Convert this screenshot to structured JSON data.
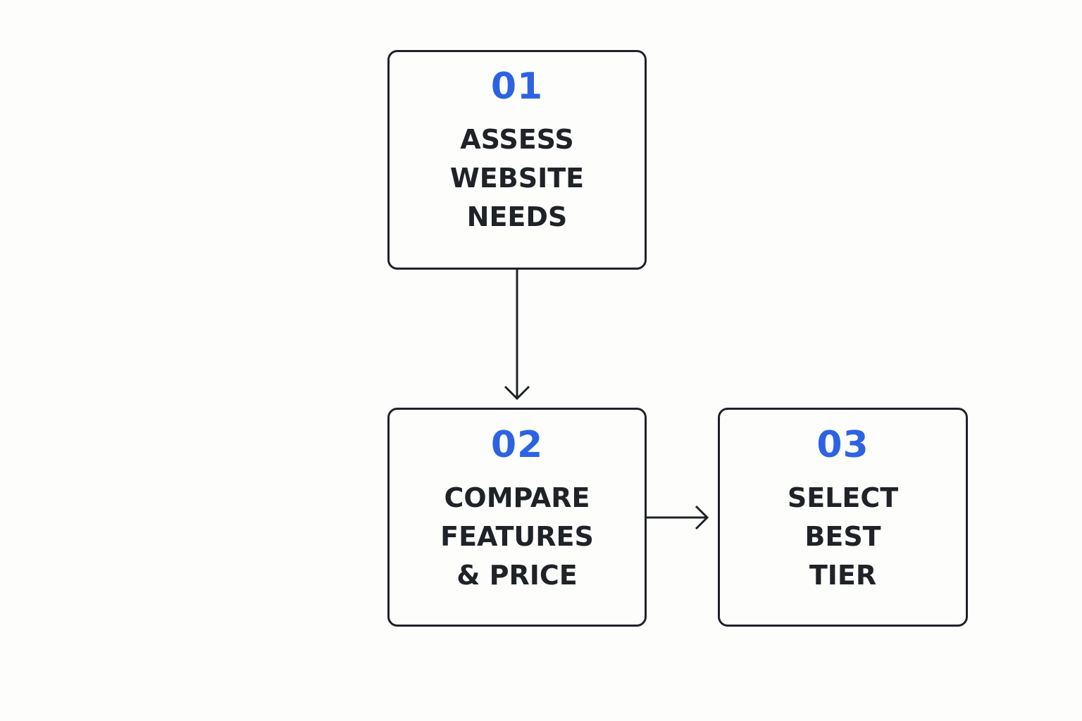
{
  "colors": {
    "background": "#fdfdfb",
    "box_border": "#1f2328",
    "number": "#2d63e3",
    "label": "#1f2328",
    "arrow": "#1f2328"
  },
  "steps": [
    {
      "number": "01",
      "label": "ASSESS\nWEBSITE\nNEEDS"
    },
    {
      "number": "02",
      "label": "COMPARE\nFEATURES\n& PRICE"
    },
    {
      "number": "03",
      "label": "SELECT\nBEST\nTIER"
    }
  ],
  "connectors": [
    {
      "from": "01",
      "to": "02",
      "direction": "down",
      "icon": "arrow-down-icon"
    },
    {
      "from": "02",
      "to": "03",
      "direction": "right",
      "icon": "arrow-right-icon"
    }
  ]
}
